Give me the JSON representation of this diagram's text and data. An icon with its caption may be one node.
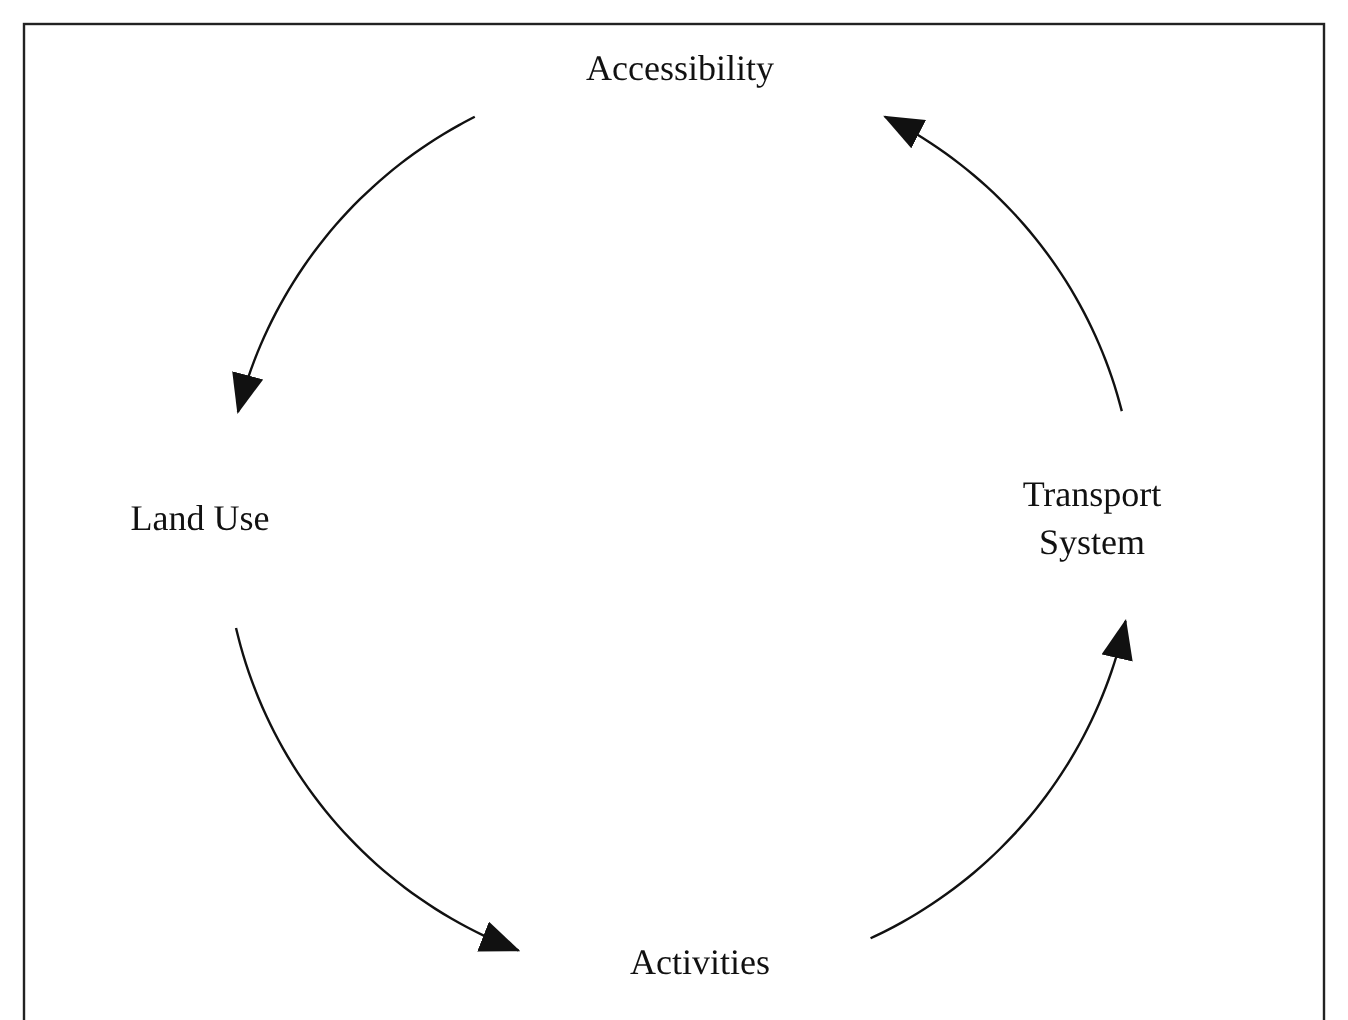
{
  "diagram": {
    "nodes": [
      {
        "text": [
          "Accessibility"
        ]
      },
      {
        "text": [
          "Land Use"
        ]
      },
      {
        "text": [
          "Transport System"
        ]
      },
      {
        "text": [
          "Activities"
        ]
      }
    ],
    "edges": [
      {
        "from": 0,
        "to": 1,
        "arrow": "to"
      },
      {
        "from": 1,
        "to": 3,
        "arrow": "to"
      },
      {
        "from": 3,
        "to": 2,
        "arrow": "to"
      },
      {
        "from": 2,
        "to": 0,
        "arrow": "to"
      }
    ]
  }
}
